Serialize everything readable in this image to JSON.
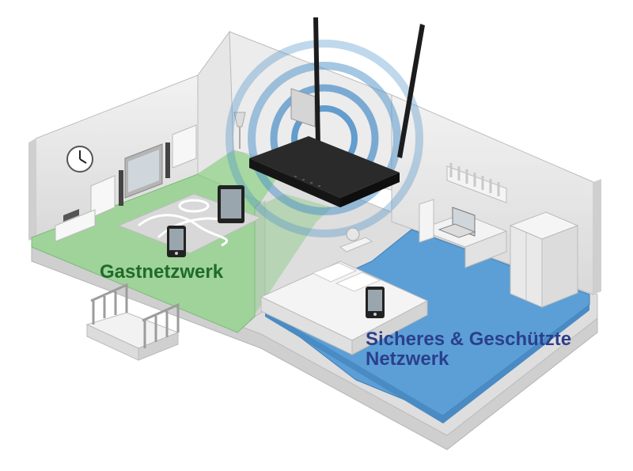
{
  "labels": {
    "guest_network": "Gastnetzwerk",
    "secure_network_line1": "Sicheres & Geschützte",
    "secure_network_line2": "Netzwerk"
  },
  "colors": {
    "guest_floor": "#9fd39a",
    "secure_floor": "#5b9fd6",
    "guest_text": "#1f6b2a",
    "secure_text": "#2b3f8c",
    "wifi_rings": "#4a8fc8",
    "router": "#1c1c1c"
  },
  "icons": [
    "router-icon",
    "wifi-signal-icon",
    "tablet-icon",
    "smartphone-icon",
    "clock-icon",
    "tv-icon",
    "laptop-icon",
    "bed-icon",
    "lamp-icon",
    "wardrobe-icon",
    "bookshelf-icon",
    "staircase-icon"
  ]
}
